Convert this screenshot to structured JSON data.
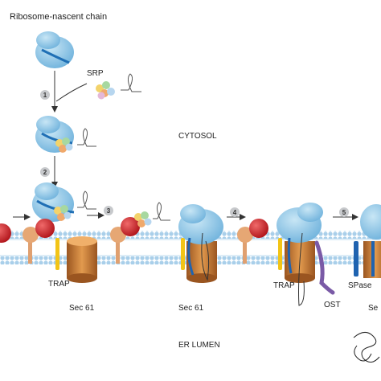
{
  "labels": {
    "ribosome_nascent_chain": "Ribosome-nascent chain",
    "srp": "SRP",
    "cytosol": "CYTOSOL",
    "er_lumen": "ER LUMEN",
    "trap_1": "TRAP",
    "trap_2": "TRAP",
    "sec61_1": "Sec 61",
    "sec61_2": "Sec 61",
    "sec61_3": "Se",
    "ost": "OST",
    "spase": "SPase"
  },
  "steps": [
    "1",
    "2",
    "3",
    "4",
    "5"
  ],
  "colors": {
    "ribosome": "#8ecae6",
    "ribosome_dark": "#5fa8d3",
    "channel": "#b26b2c",
    "channel_light": "#e8a25a",
    "srp_receptor": "#d7262b",
    "srp_receptor_stalk": "#e0a070",
    "trap": "#f2c416",
    "membrane_head": "#9cc7e6",
    "ost": "#7a5aa6",
    "spase": "#1f63b0"
  }
}
